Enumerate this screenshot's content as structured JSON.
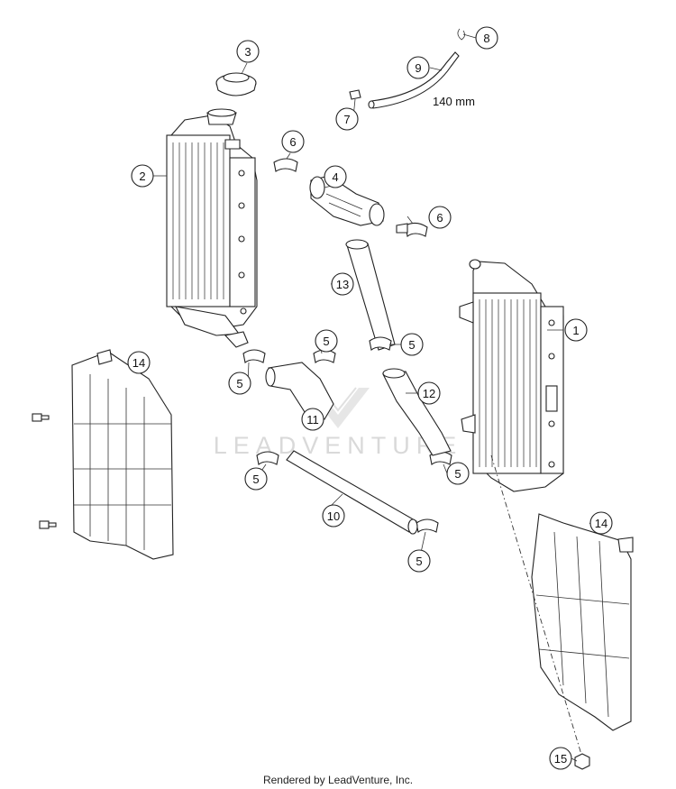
{
  "watermark": "LEADVENTURE",
  "credit": "Rendered by LeadVenture, Inc.",
  "dimension_label": "140 mm",
  "callouts": [
    {
      "id": "c1",
      "label": "1"
    },
    {
      "id": "c2",
      "label": "2"
    },
    {
      "id": "c3",
      "label": "3"
    },
    {
      "id": "c4",
      "label": "4"
    },
    {
      "id": "c5a",
      "label": "5"
    },
    {
      "id": "c5b",
      "label": "5"
    },
    {
      "id": "c5c",
      "label": "5"
    },
    {
      "id": "c5d",
      "label": "5"
    },
    {
      "id": "c5e",
      "label": "5"
    },
    {
      "id": "c5f",
      "label": "5"
    },
    {
      "id": "c6a",
      "label": "6"
    },
    {
      "id": "c6b",
      "label": "6"
    },
    {
      "id": "c7",
      "label": "7"
    },
    {
      "id": "c8",
      "label": "8"
    },
    {
      "id": "c9",
      "label": "9"
    },
    {
      "id": "c10",
      "label": "10"
    },
    {
      "id": "c11",
      "label": "11"
    },
    {
      "id": "c12",
      "label": "12"
    },
    {
      "id": "c13",
      "label": "13"
    },
    {
      "id": "c14a",
      "label": "14"
    },
    {
      "id": "c14b",
      "label": "14"
    },
    {
      "id": "c15",
      "label": "15"
    }
  ]
}
